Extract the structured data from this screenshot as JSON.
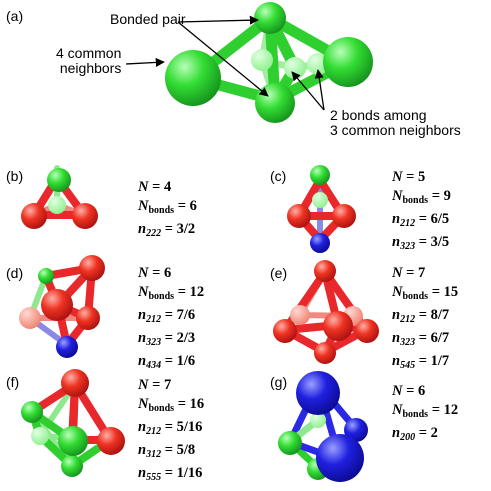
{
  "colors": {
    "green": "#27d33a",
    "red": "#e8282a",
    "blue": "#2a2ae6"
  },
  "panels": [
    {
      "label": "(a)"
    },
    {
      "label": "(b)",
      "eqs": [
        {
          "sym": "N",
          "sub": "",
          "val": "= 4"
        },
        {
          "sym": "N",
          "sub": "bonds",
          "val": "= 6"
        },
        {
          "sym": "n",
          "sub": "222",
          "val": "= 3/2"
        }
      ]
    },
    {
      "label": "(c)",
      "eqs": [
        {
          "sym": "N",
          "sub": "",
          "val": "= 5"
        },
        {
          "sym": "N",
          "sub": "bonds",
          "val": "= 9"
        },
        {
          "sym": "n",
          "sub": "212",
          "val": "= 6/5"
        },
        {
          "sym": "n",
          "sub": "323",
          "val": "= 3/5"
        }
      ]
    },
    {
      "label": "(d)",
      "eqs": [
        {
          "sym": "N",
          "sub": "",
          "val": "= 6"
        },
        {
          "sym": "N",
          "sub": "bonds",
          "val": "= 12"
        },
        {
          "sym": "n",
          "sub": "212",
          "val": "= 7/6"
        },
        {
          "sym": "n",
          "sub": "323",
          "val": "= 2/3"
        },
        {
          "sym": "n",
          "sub": "434",
          "val": "= 1/6"
        }
      ]
    },
    {
      "label": "(e)",
      "eqs": [
        {
          "sym": "N",
          "sub": "",
          "val": "= 7"
        },
        {
          "sym": "N",
          "sub": "bonds",
          "val": "= 15"
        },
        {
          "sym": "n",
          "sub": "212",
          "val": "= 8/7"
        },
        {
          "sym": "n",
          "sub": "323",
          "val": "= 6/7"
        },
        {
          "sym": "n",
          "sub": "545",
          "val": "= 1/7"
        }
      ]
    },
    {
      "label": "(f)",
      "eqs": [
        {
          "sym": "N",
          "sub": "",
          "val": "= 7"
        },
        {
          "sym": "N",
          "sub": "bonds",
          "val": "= 16"
        },
        {
          "sym": "n",
          "sub": "212",
          "val": "= 5/16"
        },
        {
          "sym": "n",
          "sub": "312",
          "val": "= 5/8"
        },
        {
          "sym": "n",
          "sub": "555",
          "val": "= 1/16"
        }
      ]
    },
    {
      "label": "(g)",
      "eqs": [
        {
          "sym": "N",
          "sub": "",
          "val": "= 6"
        },
        {
          "sym": "N",
          "sub": "bonds",
          "val": "= 12"
        },
        {
          "sym": "n",
          "sub": "200",
          "val": "= 2"
        }
      ]
    }
  ],
  "annotations": {
    "bonded_pair": "Bonded pair",
    "common_neighbors": "4 common\nneighbors",
    "bonds_among": "2 bonds among\n3 common neighbors"
  }
}
